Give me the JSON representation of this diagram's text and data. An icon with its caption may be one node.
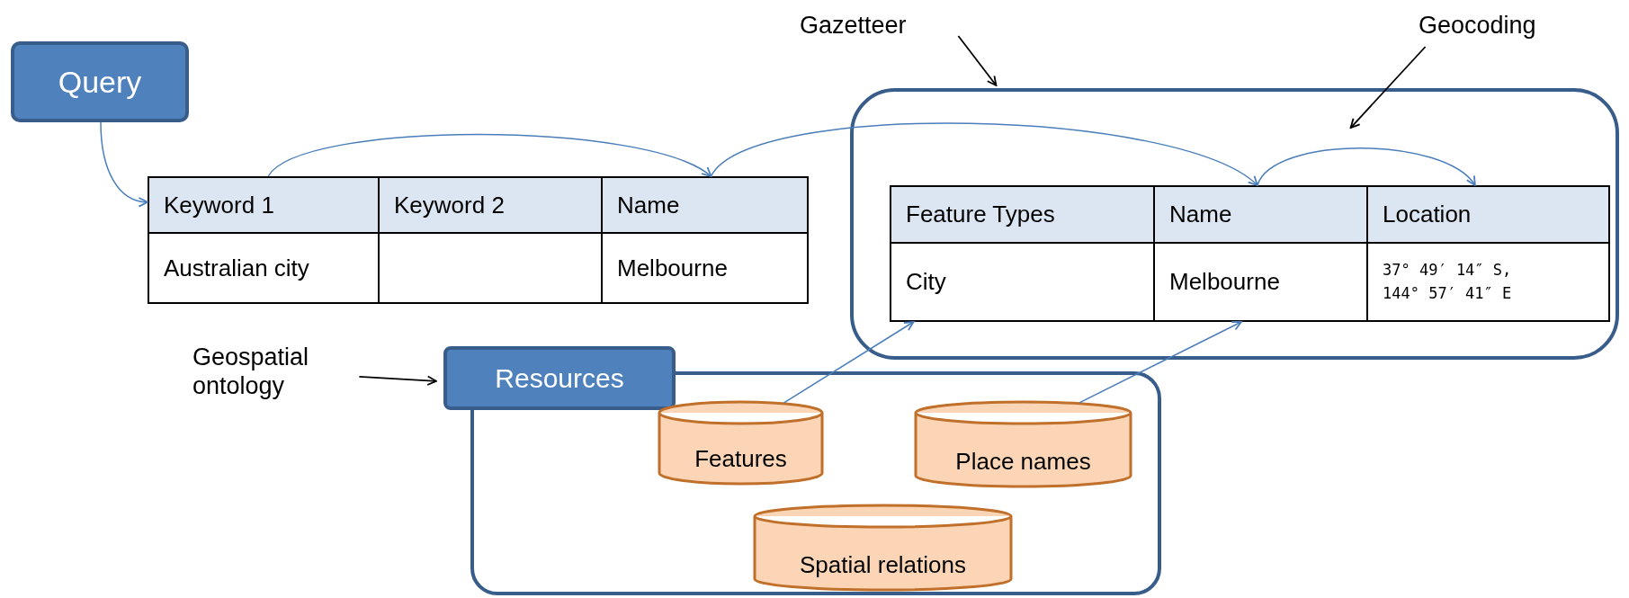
{
  "diagram": {
    "nodes": [
      {
        "text": [
          "Query"
        ]
      },
      {
        "text": [
          "Keyword 1"
        ]
      },
      {
        "text": [
          "Keyword 2"
        ]
      },
      {
        "text": [
          "Name"
        ]
      },
      {
        "text": [
          "Australian city"
        ]
      },
      {
        "text": [],
        "shape": "box"
      },
      {
        "text": [
          "Melbourne"
        ]
      },
      {
        "text": [
          "Gazetteer"
        ]
      },
      {
        "text": [
          "Geocoding"
        ]
      },
      {
        "text": [],
        "shape": "box"
      },
      {
        "text": [
          "Feature Types"
        ],
        "in": 9
      },
      {
        "text": [
          "Name"
        ],
        "in": 9
      },
      {
        "text": [
          "Location"
        ],
        "in": 9
      },
      {
        "text": [
          "City"
        ],
        "in": 9
      },
      {
        "text": [
          "Melbourne"
        ],
        "in": 9
      },
      {
        "text": [
          "37° 49′ 14″ S, 144° 57′ 41″ E"
        ],
        "in": 9
      },
      {
        "text": [
          "Geospatial ontology"
        ]
      },
      {
        "text": [
          "Resources"
        ]
      },
      {
        "text": [
          "Features"
        ],
        "in": 17
      },
      {
        "text": [
          "Place names"
        ],
        "in": 17
      },
      {
        "text": [
          "Spatial relations"
        ],
        "in": 17
      }
    ],
    "edges": [
      {
        "from": 0,
        "to": 1,
        "arrow": "to"
      },
      {
        "from": 1,
        "to": 3,
        "arrow": "to"
      },
      {
        "from": 3,
        "to": 11,
        "arrow": "to"
      },
      {
        "from": 11,
        "to": 12,
        "arrow": "to"
      },
      {
        "from": 18,
        "to": 13,
        "arrow": "to"
      },
      {
        "from": 19,
        "to": 14,
        "arrow": "to"
      },
      {
        "from": 7,
        "to": 9,
        "arrow": "to",
        "color": "#000000"
      },
      {
        "from": 8,
        "to": 9,
        "arrow": "to",
        "color": "#000000"
      },
      {
        "from": 16,
        "to": 17,
        "arrow": "to",
        "color": "#000000"
      }
    ]
  }
}
